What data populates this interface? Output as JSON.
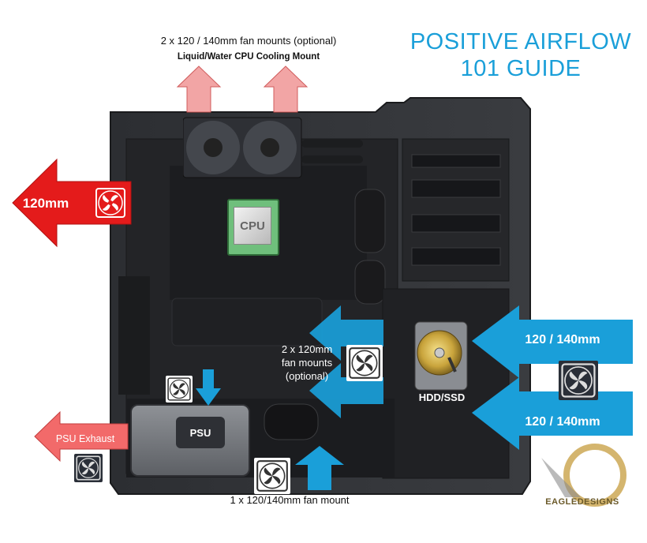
{
  "title": {
    "line1": "POSITIVE AIRFLOW",
    "line2": "101 GUIDE"
  },
  "top_mounts": {
    "line1": "2 x 120 / 140mm fan mounts (optional)",
    "line2": "Liquid/Water CPU Cooling Mount"
  },
  "rear_exhaust": {
    "label": "120mm"
  },
  "cpu": {
    "label": "CPU"
  },
  "middle_mounts": {
    "line1": "2 x 120mm",
    "line2": "fan mounts",
    "line3": "(optional)"
  },
  "drive": {
    "label": "HDD/SSD"
  },
  "front_intake_top": {
    "label": "120 / 140mm"
  },
  "front_intake_bottom": {
    "label": "120 / 140mm"
  },
  "psu": {
    "label": "PSU",
    "exhaust_label": "PSU Exhaust"
  },
  "bottom_mount": {
    "label": "1 x 120/140mm fan mount"
  },
  "logo": {
    "text": "EAGLEDESIGNS"
  },
  "colors": {
    "intake": "#1a9fd9",
    "exhaust_red": "#e41b1b",
    "exhaust_pink": "#f29a9a",
    "case": "#2b2d31"
  }
}
